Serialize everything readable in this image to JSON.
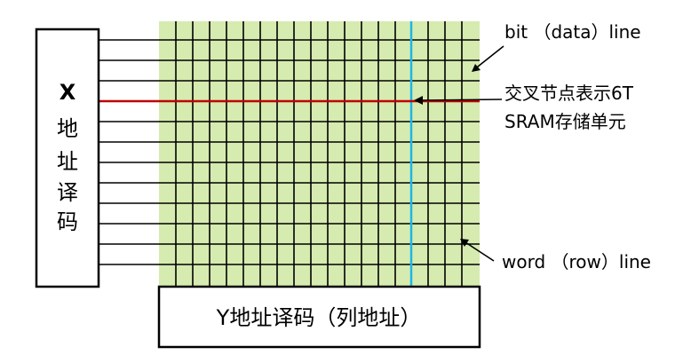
{
  "x_decoder": {
    "line1": "X",
    "line2": "地",
    "line3": "址",
    "line4": "译",
    "line5": "码"
  },
  "y_decoder": {
    "label": "Y地址译码（列地址）"
  },
  "annotations": {
    "bit_line": "bit （data）line",
    "cross_point_line1": "交叉节点表示6T",
    "cross_point_line2": "SRAM存储单元",
    "word_line": "word （row）line"
  },
  "colors": {
    "array_fill": "#d6ebb0",
    "grid": "#000000",
    "selected_word_line": "#c00000",
    "selected_bit_line": "#1fb6e6"
  }
}
